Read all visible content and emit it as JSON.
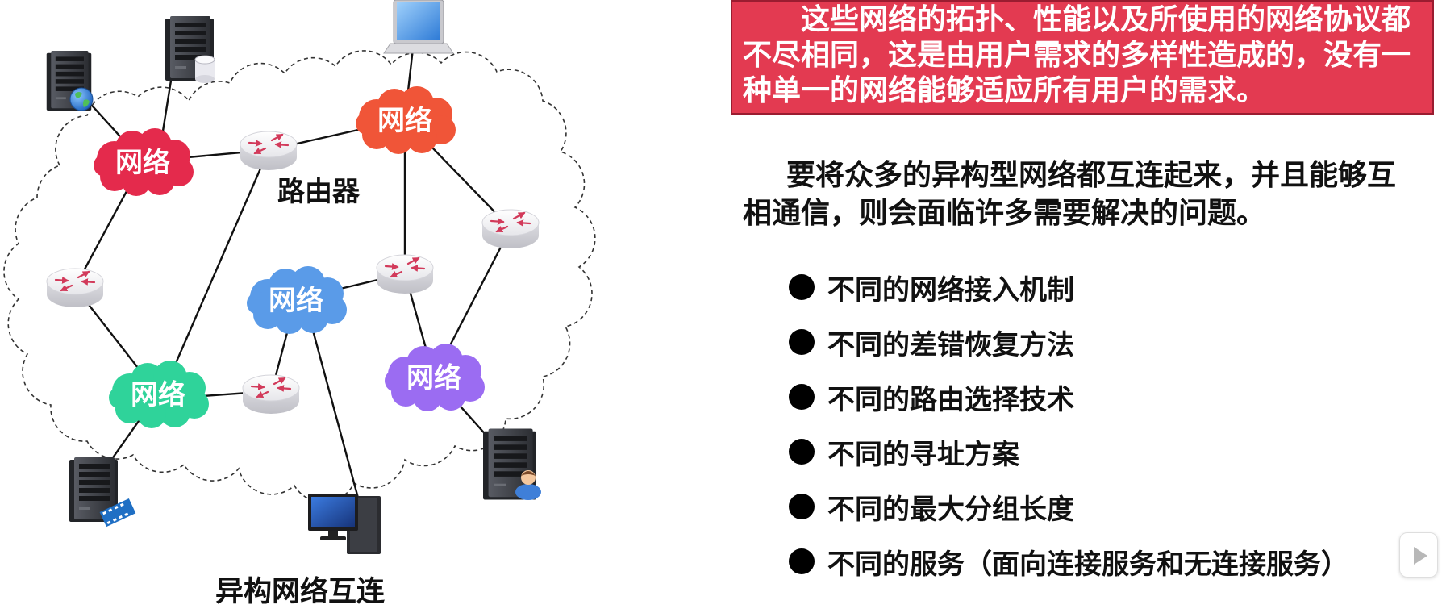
{
  "diagram": {
    "networks": [
      {
        "label": "网络",
        "color": "#e42a4c"
      },
      {
        "label": "网络",
        "color": "#f05538"
      },
      {
        "label": "网络",
        "color": "#5a9be8"
      },
      {
        "label": "网络",
        "color": "#2fd39a"
      },
      {
        "label": "网络",
        "color": "#9b6cf2"
      }
    ],
    "router_label": "路由器",
    "caption": "异构网络互连",
    "devices": [
      "server-globe-icon",
      "server-database-icon",
      "laptop-icon",
      "server-film-icon",
      "desktop-pc-icon",
      "server-user-icon"
    ]
  },
  "callout": {
    "lines": [
      "这些网络的拓扑、性能以及所使用的网络协议都",
      "不尽相同，这是由用户需求的多样性造成的，没有一",
      "种单一的网络能够适应所有用户的需求。"
    ],
    "background": "#e33a51",
    "text_color": "#ffffff"
  },
  "intro": {
    "lines": [
      "要将众多的异构型网络都互连起来，并且能够互",
      "相通信，则会面临许多需要解决的问题。"
    ]
  },
  "issues": {
    "items": [
      "不同的网络接入机制",
      "不同的差错恢复方法",
      "不同的路由选择技术",
      "不同的寻址方案",
      "不同的最大分组长度",
      "不同的服务（面向连接服务和无连接服务）"
    ]
  },
  "overlay": {
    "icon": "play-button-icon"
  }
}
